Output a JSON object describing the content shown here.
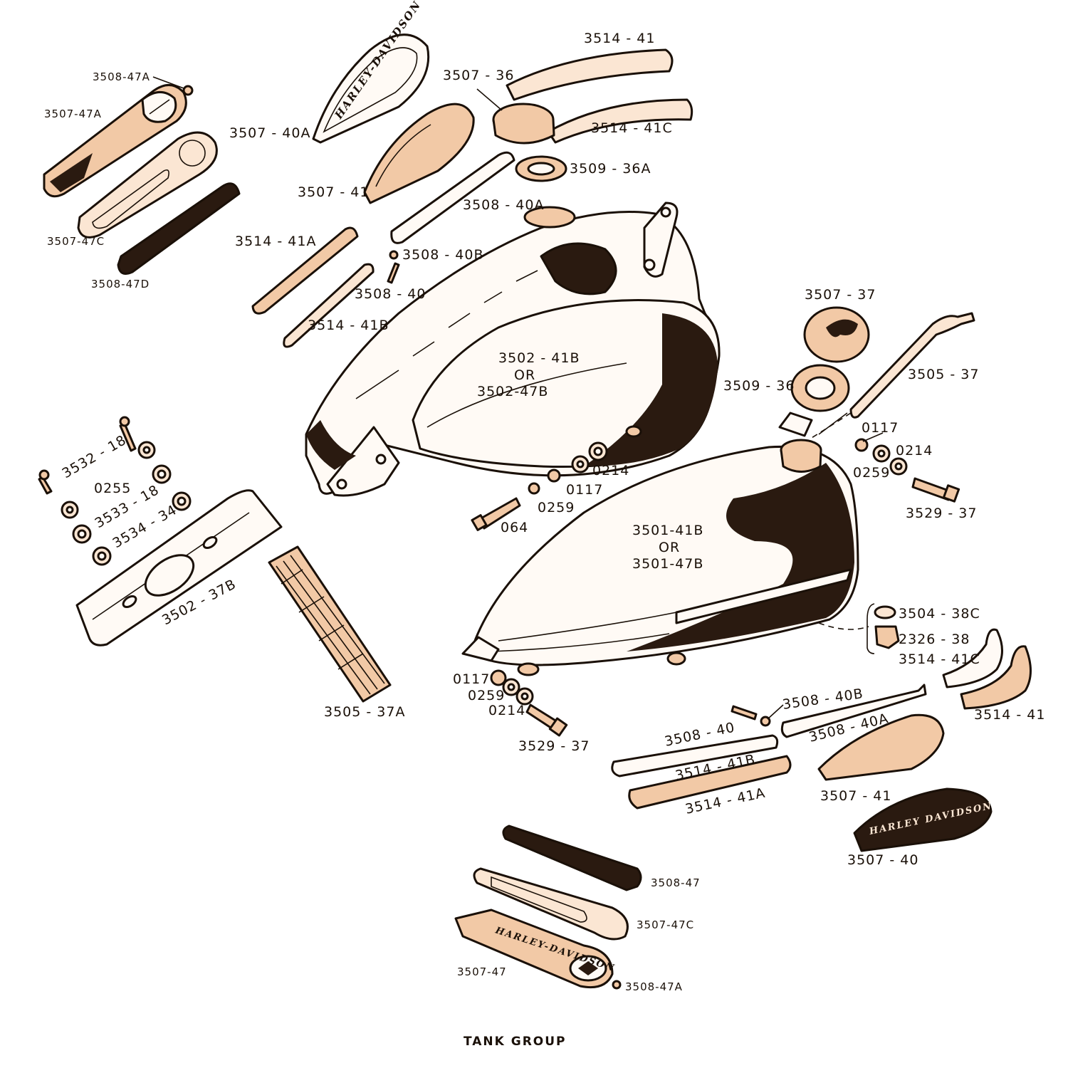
{
  "caption": "TANK GROUP",
  "tank_labels": {
    "left_tank": [
      "3502 - 41B",
      "OR",
      "3502-47B"
    ],
    "right_tank": [
      "3501-41B",
      "OR",
      "3501-47B"
    ]
  },
  "part_labels": [
    "3508-47A",
    "3507-47A",
    "3507-47C",
    "3508-47D",
    "3507 - 40A",
    "3507 - 41",
    "3514 - 41",
    "3507 - 36",
    "3514 - 41C",
    "3509 - 36A",
    "3508 - 40A",
    "3514 - 41A",
    "3508 - 40B",
    "3508 - 40",
    "3514 - 41B",
    "3507 - 37",
    "3505 - 37",
    "3509 - 36",
    "0117",
    "0214",
    "0259",
    "3529 - 37",
    "0214",
    "0117",
    "0259",
    "064",
    "3532 - 18",
    "0255",
    "3533 - 18",
    "3534 - 34",
    "3502 - 37B",
    "3505 - 37A",
    "3504 - 38C",
    "2326 - 38",
    "3514 - 41C",
    "3514 - 41",
    "0117",
    "0259",
    "0214",
    "3529 - 37",
    "3508 - 40B",
    "3508 - 40",
    "3508 - 40A",
    "3514 - 41B",
    "3514 - 41A",
    "3507 - 41",
    "3507 - 40",
    "3508-47",
    "3507-47C",
    "3507-47",
    "3508-47A"
  ],
  "logos": {
    "upper_emblem": "HARLEY-DAVIDSON",
    "lower_emblem": "HARLEY-DAVIDSON",
    "lower_emblem_alt": "HARLEY DAVIDSON"
  },
  "colors": {
    "ink": "#1a1008",
    "tint": "#f2c9a6",
    "tint_light": "#fbe6d3",
    "paper": "#ffffff"
  }
}
